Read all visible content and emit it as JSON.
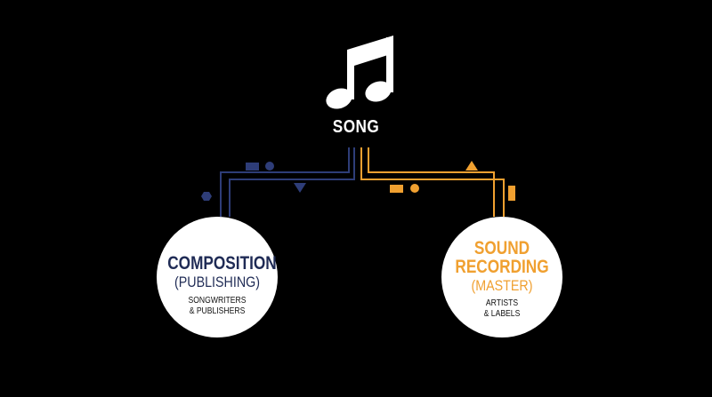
{
  "song": {
    "label": "SONG",
    "icon": "music-note-icon"
  },
  "composition": {
    "title": "COMPOSITION",
    "subtitle": "(PUBLISHING)",
    "details": [
      "SONGWRITERS",
      "& PUBLISHERS"
    ]
  },
  "sound_recording": {
    "title_lines": [
      "SOUND",
      "RECORDING"
    ],
    "subtitle": "(MASTER)",
    "details": [
      "ARTISTS",
      "& LABELS"
    ]
  },
  "colors": {
    "background": "#000000",
    "composition_navy": "#1f2b55",
    "composition_line": "#2e3d78",
    "recording_orange": "#f0a030",
    "song_white": "#ffffff"
  },
  "shape_icons": {
    "composition": [
      "rectangle-icon",
      "circle-icon",
      "triangle-down-icon",
      "hexagon-icon"
    ],
    "recording": [
      "triangle-up-icon",
      "rectangle-icon",
      "circle-icon",
      "bar-icon"
    ]
  }
}
